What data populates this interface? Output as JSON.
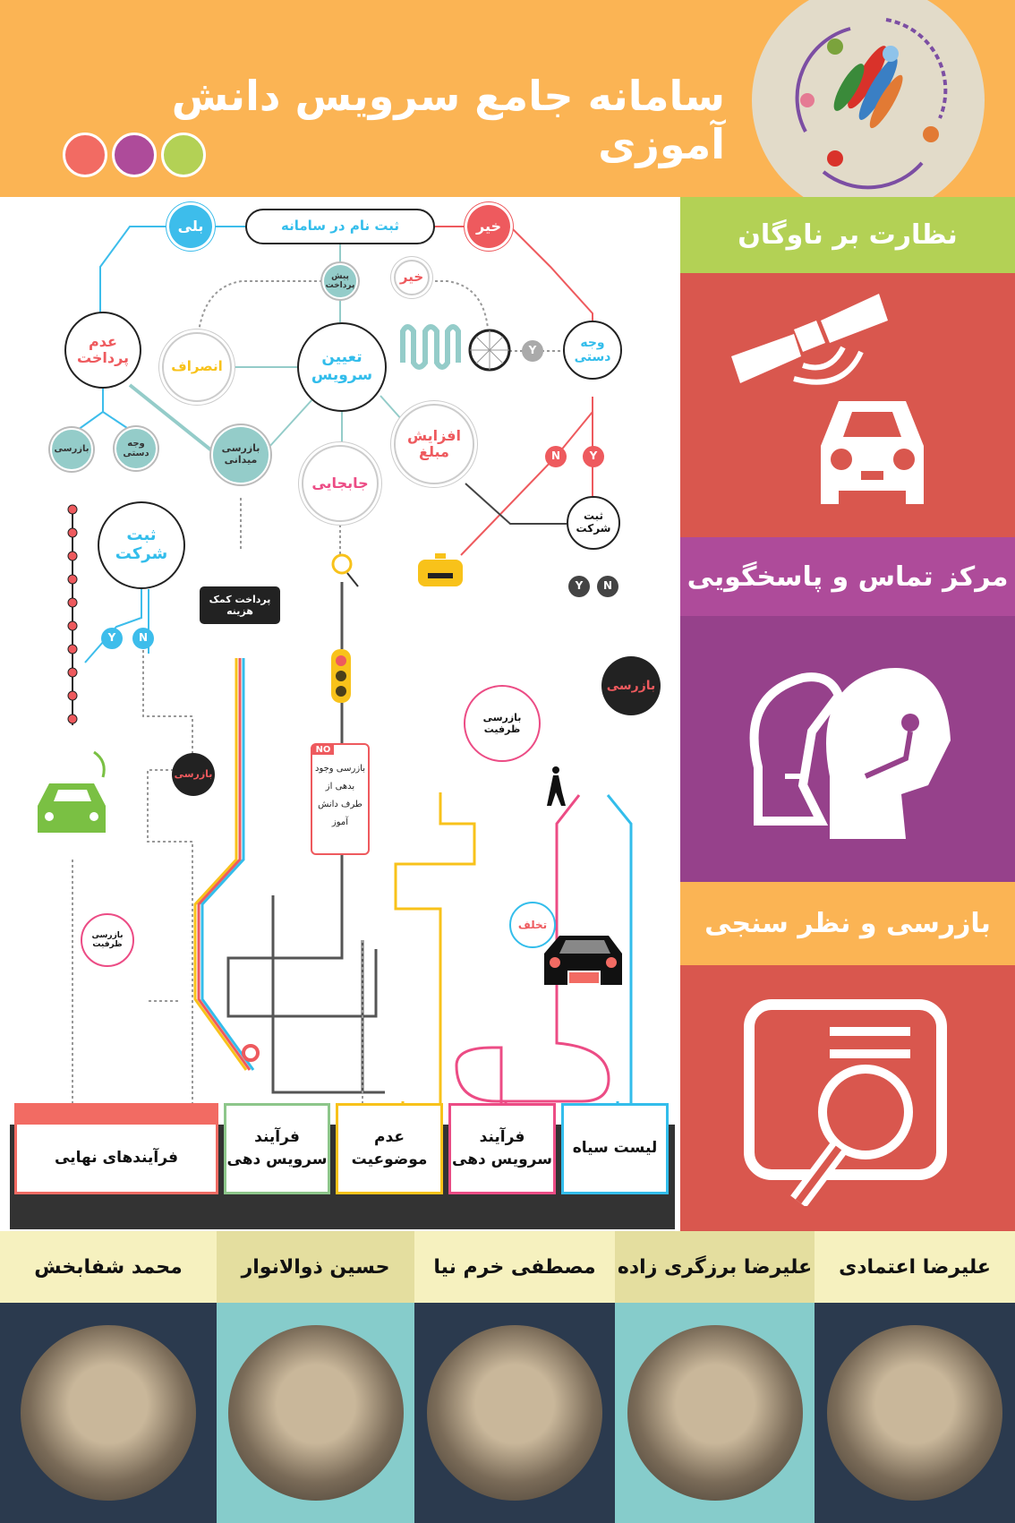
{
  "header": {
    "title": "سامانه جامع سرویس دانش آموزی",
    "dot_colors": [
      "#F26B63",
      "#AE4B9A",
      "#B3D155"
    ]
  },
  "side_panels": [
    {
      "label": "نظارت بر ناوگان",
      "bar_color": "#B3D155",
      "panel_color": "#D9574E",
      "icon": "satellite-car-icon"
    },
    {
      "label": "مرکز تماس و پاسخگویی",
      "bar_color": "#AE4B9A",
      "panel_color": "#96418B",
      "icon": "headset-support-icon"
    },
    {
      "label": "بازرسی و نظر سنجی",
      "bar_color": "#FBB454",
      "panel_color": "#D9574E",
      "icon": "document-search-icon"
    }
  ],
  "flow": {
    "register": "ثبت نام در سامانه",
    "yes": "بلی",
    "no": "خیر",
    "prepayment": "پیش پرداخت",
    "no_small": "خیر",
    "non_payment": "عدم پرداخت",
    "cancel": "انصراف",
    "assign_service": "تعیین سرویس",
    "cash_right": "وجه دستی",
    "inspection_small": "بازرسی",
    "cash_left": "وجه دستی",
    "field_inspection": "بازرسی میدانی",
    "relocation": "جابجایی",
    "increase_amount": "افزایش مبلغ",
    "y": "Y",
    "n": "N",
    "company_reg_right": "ثبت شرکت",
    "company_reg_left": "ثبت شرکت",
    "subsidy_payment": "پرداخت کمک هزینه",
    "inspection_right": "بازرسی",
    "capacity_check_right": "بازرسی ظرفیت",
    "no_tag": "NO",
    "no_card": "بازرسی وجود بدهی از طرف دانش آموز",
    "inspection_left": "بازرسی",
    "capacity_check_left": "بازرسی ظرفیت",
    "violation": "تخلف"
  },
  "outcomes": {
    "header": "فرآیندهای نهایی",
    "boxes": [
      {
        "label": "فرآیند سرویس دهی",
        "color": "#8DC68A"
      },
      {
        "label": "عدم موضوعیت",
        "color": "#F8C21A"
      },
      {
        "label": "فرآیند سرویس دهی",
        "color": "#EC4C85"
      },
      {
        "label": "لیست سیاه",
        "color": "#33BDEB"
      }
    ]
  },
  "team": [
    {
      "name": "محمد شفابخش"
    },
    {
      "name": "حسین ذوالانوار"
    },
    {
      "name": "مصطفی خرم نیا"
    },
    {
      "name": "علیرضا برزگری زاده"
    },
    {
      "name": "علیرضا اعتمادی"
    }
  ]
}
